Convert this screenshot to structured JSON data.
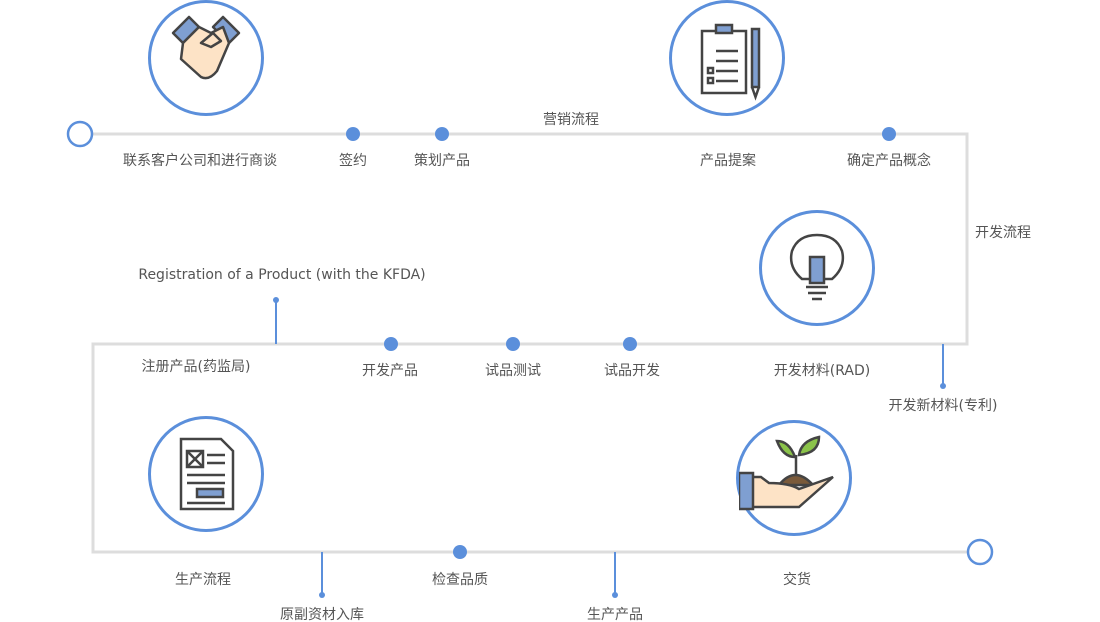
{
  "colors": {
    "accent": "#5b8fdb",
    "line": "#dddddd",
    "text": "#555555"
  },
  "stages": {
    "marketing": "营销流程",
    "development": "开发流程",
    "production": "生产流程"
  },
  "steps": {
    "contact": "联系客户公司和进行商谈",
    "sign": "签约",
    "plan": "策划产品",
    "proposal": "产品提案",
    "concept": "确定产品概念",
    "registration_en": "Registration of a Product (with the KFDA)",
    "registration": "注册产品(药监局)",
    "develop_product": "开发产品",
    "trial_test": "试品测试",
    "trial_develop": "试品开发",
    "develop_material": "开发材料(RAD)",
    "new_material": "开发新材料(专利)",
    "warehouse": "原副资材入库",
    "quality": "检查品质",
    "produce": "生产产品",
    "deliver": "交货"
  },
  "icons": [
    "handshake-icon",
    "clipboard-icon",
    "lightbulb-icon",
    "document-icon",
    "plant-hand-icon"
  ]
}
